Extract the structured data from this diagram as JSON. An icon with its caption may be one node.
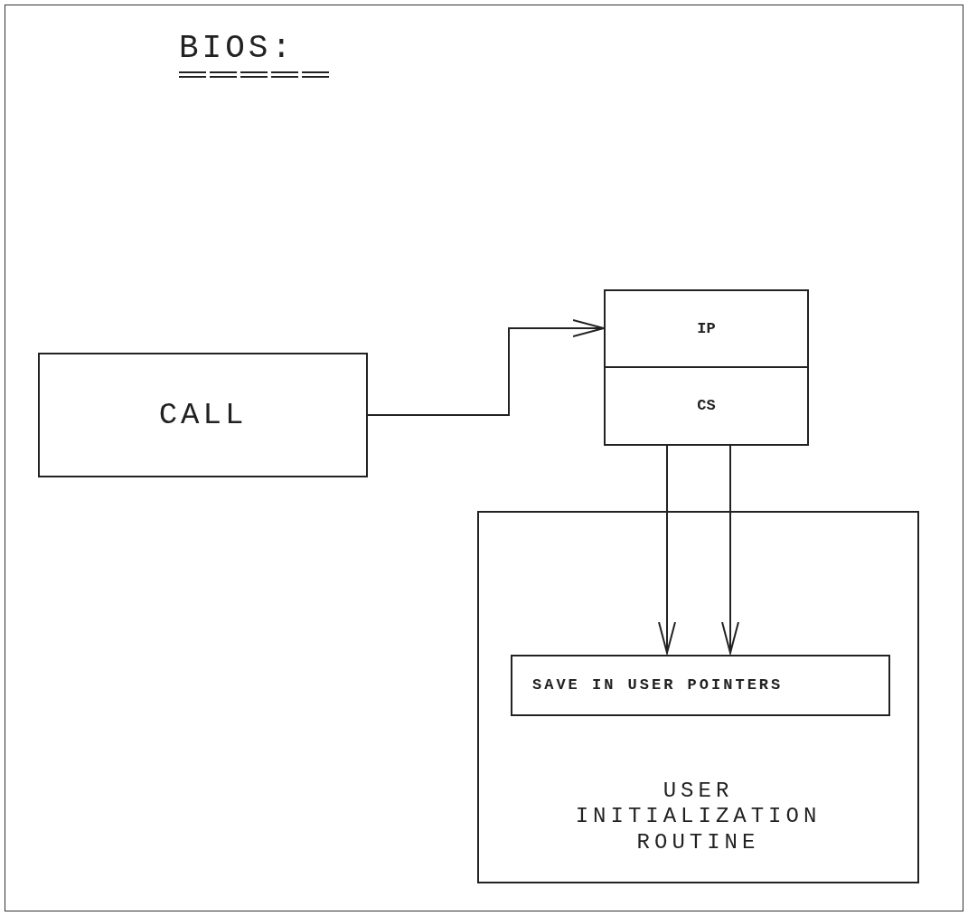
{
  "diagram": {
    "title": "BIOS:",
    "nodes": [
      {
        "text": [
          "CALL"
        ]
      },
      {
        "text": [
          "IP"
        ]
      },
      {
        "text": [
          "CS"
        ]
      },
      {
        "text": [
          "USER INITIALIZATION ROUTINE"
        ]
      },
      {
        "text": [
          "SAVE IN USER POINTERS"
        ],
        "in": 3
      }
    ],
    "edges": [
      {
        "from": 0,
        "to": 1,
        "arrow": "to"
      },
      {
        "from": 2,
        "to": 4,
        "arrow": "to"
      },
      {
        "from": 2,
        "to": 4,
        "arrow": "to"
      }
    ]
  }
}
